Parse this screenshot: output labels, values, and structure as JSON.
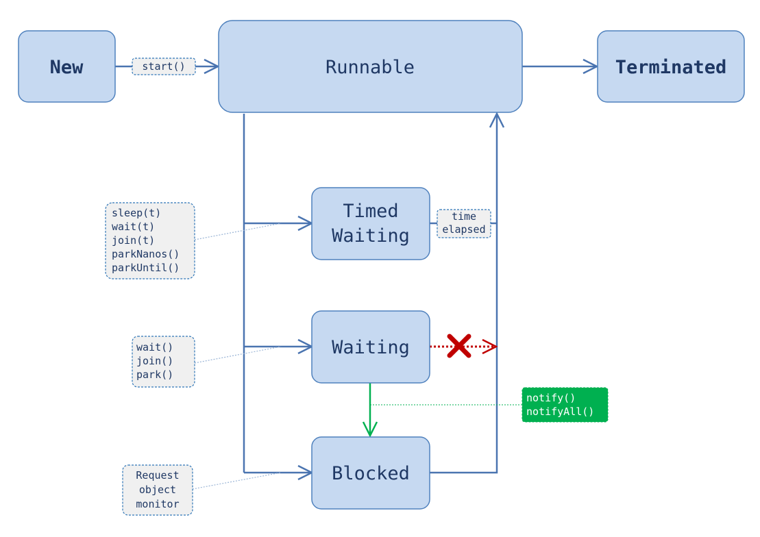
{
  "states": {
    "new": "New",
    "runnable": "Runnable",
    "terminated": "Terminated",
    "timed_waiting": [
      "Timed",
      "Waiting"
    ],
    "waiting": "Waiting",
    "blocked": "Blocked"
  },
  "transitions": {
    "start": "start()",
    "time_elapsed": [
      "time",
      "elapsed"
    ],
    "notify": [
      "notify()",
      "notifyAll()"
    ]
  },
  "notes": {
    "timed_waiting_methods": [
      "sleep(t)",
      "wait(t)",
      "join(t)",
      "parkNanos()",
      "parkUntil()"
    ],
    "waiting_methods": [
      "wait()",
      "join()",
      "park()"
    ],
    "blocked_cause": [
      "Request",
      "object",
      "monitor"
    ]
  },
  "colors": {
    "state_fill": "#c6d9f1",
    "state_border": "#4f81bd",
    "arrow": "#4a74b0",
    "notify_green": "#00b050",
    "not_allowed_red": "#c00000"
  }
}
